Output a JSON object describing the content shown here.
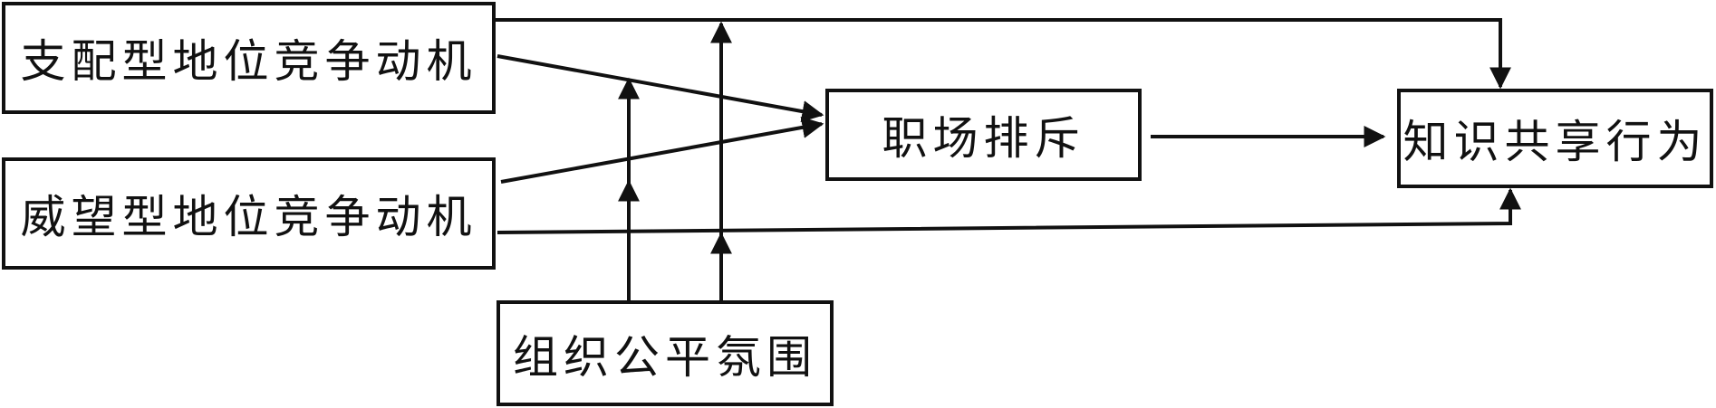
{
  "nodes": {
    "dominance_motive": "支配型地位竞争动机",
    "prestige_motive": "威望型地位竞争动机",
    "workplace_exclusion": "职场排斥",
    "knowledge_sharing": "知识共享行为",
    "org_fairness": "组织公平氛围"
  },
  "colors": {
    "line": "#111111",
    "box_border": "#111111",
    "background": "#ffffff"
  }
}
